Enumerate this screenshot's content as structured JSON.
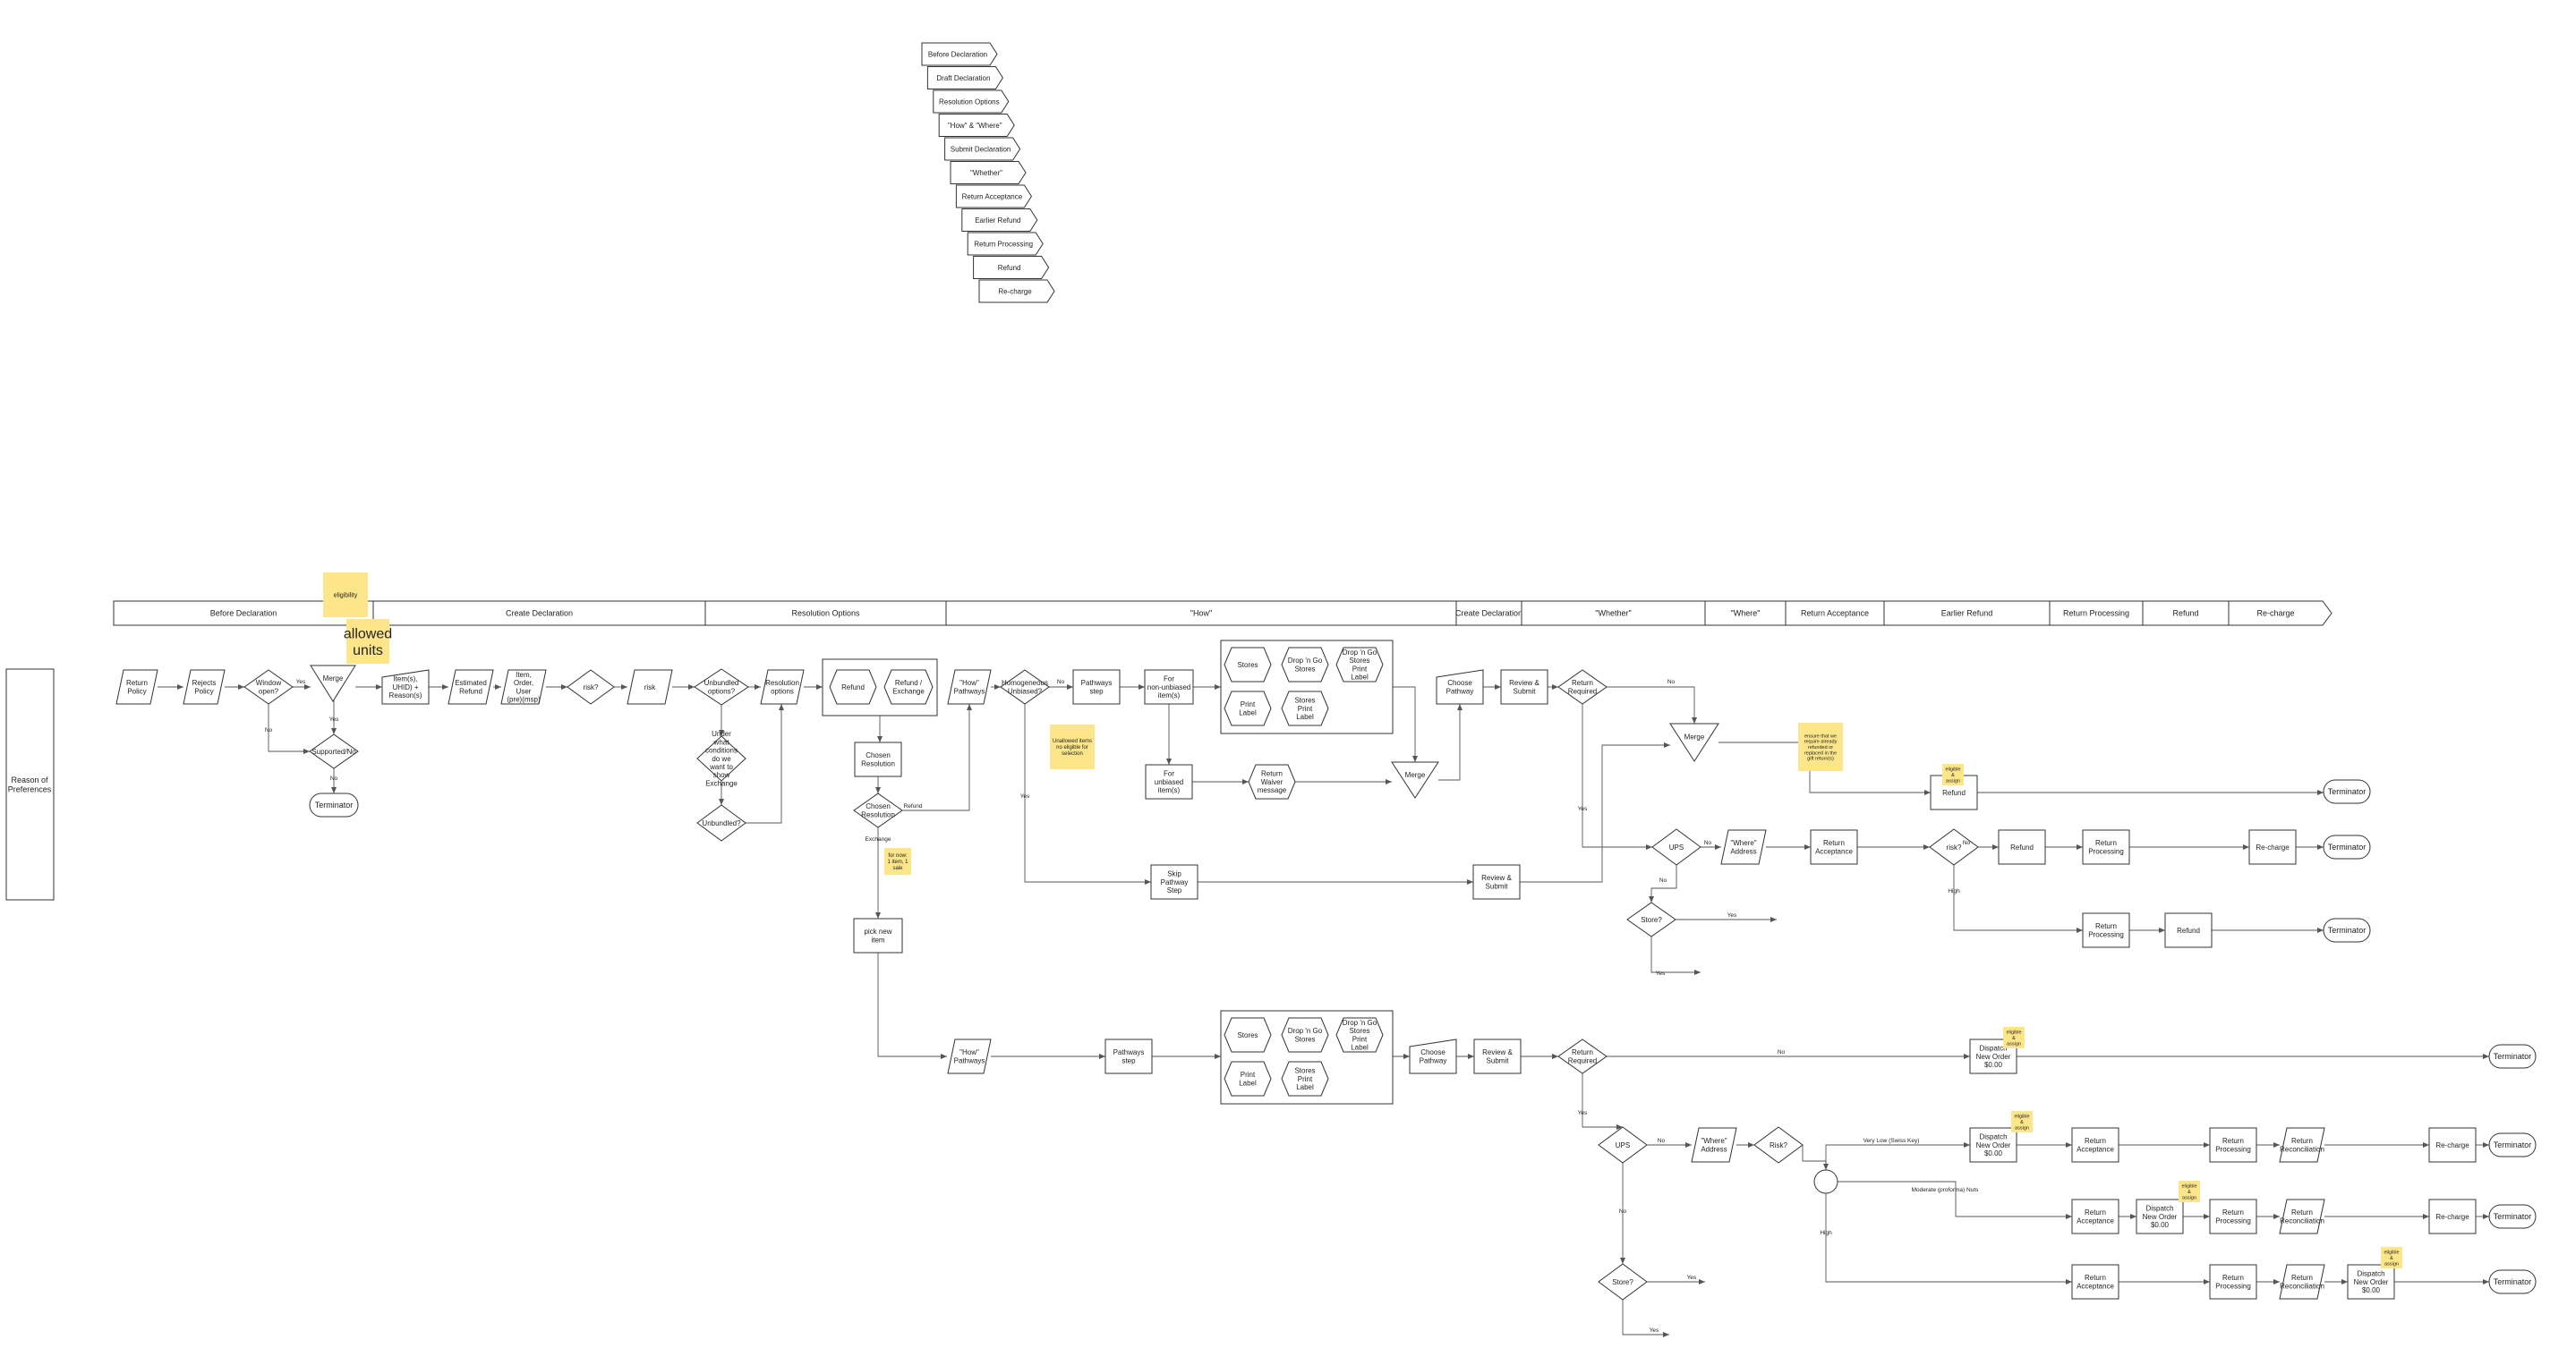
{
  "legend": [
    "Before Declaration",
    "Draft Declaration",
    "Resolution Options",
    "\"How\" & \"Where\"",
    "Submit Declaration",
    "\"Whether\"",
    "Return Acceptance",
    "Earlier Refund",
    "Return Processing",
    "Refund",
    "Re-charge"
  ],
  "phases": [
    "Before Declaration",
    "Create Declaration",
    "Resolution Options",
    "\"How\"",
    "Create Declaration",
    "\"Whether\"",
    "\"Where\"",
    "Return Acceptance",
    "Earlier Refund",
    "Return Processing",
    "Refund",
    "Re-charge"
  ],
  "side_panel": "Reason of Preferences",
  "nodes": {
    "return_policy": "Return Policy",
    "rejects_policy": "Rejects Policy",
    "window_open": "Window open?",
    "merge1": "Merge",
    "item_uhid": "Item(s), UHID) + Reason(s)",
    "estimated_refund": "Estimated Refund",
    "item_order_user": "Item, Order, User (pre)(msp)",
    "risk1": "risk?",
    "risk_box": "risk",
    "unbundled_options": "Unbundled options?",
    "resolution_options": "Resolution options",
    "refund": "Refund",
    "refund_exchange": "Refund / Exchange",
    "unde_what": "Under what conditions do we want to show Exchange",
    "unbundled": "Unbundled?",
    "chosen_resolution_box": "Chosen Resolution",
    "chosen_resolution": "Chosen Resolution",
    "how_pathways1": "\"How\" Pathways",
    "homogeneous": "Homogeneous Unbiased?",
    "pathways_step1": "Pathways step",
    "for_non_unbiased": "For non-unbiased item(s)",
    "for_unbiased": "For unbiased item(s)",
    "return_waiver": "Return Waiver message",
    "merge2": "Merge",
    "stores1": "Stores",
    "dropngo1": "Drop 'n Go Stores",
    "dropngo_print1": "Drop 'n Go Stores Print Label",
    "print_label1": "Print Label",
    "stores_print1": "Stores Print Label",
    "choose_pathway1": "Choose Pathway",
    "review_submit1": "Review & Submit",
    "return_required1": "Return Required",
    "merge3": "Merge",
    "skip_pathway": "Skip Pathway Step",
    "review_submit2": "Review & Submit",
    "refund_box1": "Refund",
    "terminator_a1": "Terminator",
    "ups1": "UPS",
    "where_address1": "\"Where\" Address",
    "return_acceptance1": "Return Acceptance",
    "risk2": "risk?",
    "refund2": "Refund",
    "return_processing1": "Return Processing",
    "recharge1": "Re-charge",
    "terminator_a2": "Terminator",
    "store1": "Store?",
    "return_processing2": "Return Processing",
    "refund3": "Refund",
    "terminator_a3": "Terminator",
    "supported": "Supported/No",
    "terminator_left": "Terminator",
    "pick_new_item": "pick new item",
    "how_pathways2": "\"How\" Pathways",
    "pathways_step2": "Pathways step",
    "stores2": "Stores",
    "dropngo2": "Drop 'n Go Stores",
    "dropngo_print2": "Drop 'n Go Stores Print Label",
    "print_label2": "Print Label",
    "stores_print2": "Stores Print Label",
    "choose_pathway2": "Choose Pathway",
    "review_submit3": "Review & Submit",
    "return_required2": "Return Required",
    "dispatch1": "Dispatch New Order $0.00",
    "terminator_b1": "Terminator",
    "ups2": "UPS",
    "where_address2": "\"Where\" Address",
    "risk3": "Risk?",
    "dispatch2": "Dispatch New Order $0.00",
    "return_acceptance2": "Return Acceptance",
    "return_processing3": "Return Processing",
    "return_recon1": "Return Reconciliation",
    "recharge2": "Re-charge",
    "terminator_b2": "Terminator",
    "return_acceptance3": "Return Acceptance",
    "dispatch3": "Dispatch New Order $0.00",
    "return_processing4": "Return Processing",
    "return_recon2": "Return Reconciliation",
    "recharge3": "Re-charge",
    "terminator_b3": "Terminator",
    "store2": "Store?",
    "return_acceptance4": "Return Acceptance",
    "return_processing5": "Return Processing",
    "return_recon3": "Return Reconciliation",
    "dispatch4": "Dispatch New Order $0.00",
    "terminator_b4": "Terminator"
  },
  "notes": {
    "eligibility": "eligibility",
    "allowed_units": "allowed units",
    "unallowed_items": "Unallowed items no eligible for selection",
    "for_now": "for now: 1 item, 1 sale",
    "ensure_refund": "ensure that we require already refunded or replaced in the gift return(s)",
    "ship_big": "eligible & assign",
    "dispatch_n1": "eligible & assign",
    "dispatch_n2": "eligible & assign",
    "dispatch_n3": "eligible & assign",
    "dispatch_n4": "eligible & assign"
  },
  "edge_labels": {
    "no": "No",
    "yes": "Yes",
    "refund": "Refund",
    "exchange": "Exchange",
    "high": "High",
    "very_low": "Very Low (Swiss Key)",
    "moderate": "Moderate (proforma) Nuts"
  },
  "colors": {
    "note": "#fde68a",
    "stroke": "#333333"
  }
}
